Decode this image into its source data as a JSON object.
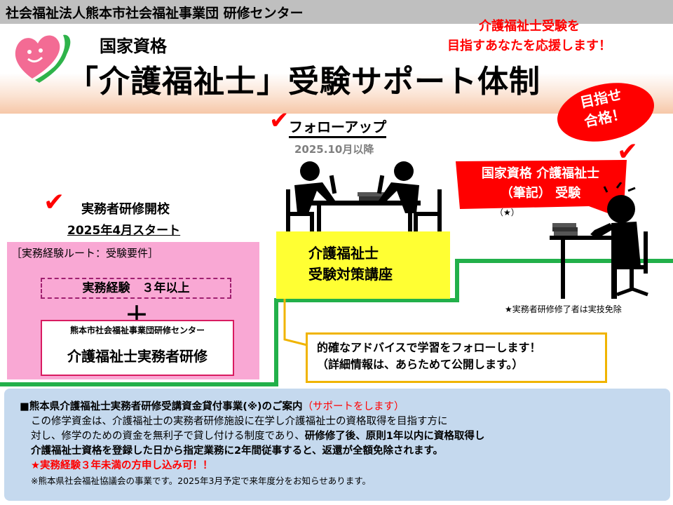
{
  "header": {
    "org_title": "社会福祉法人熊本市社会福祉事業団 研修センター"
  },
  "title": {
    "small": "国家資格",
    "main": "「介護福祉士」受験サポート体制"
  },
  "support_message": {
    "line1": "介護福祉士受験を",
    "line2": "目指すあなたを応援します！"
  },
  "aim_badge": {
    "line1": "目指せ",
    "line2": "合格！"
  },
  "icons": {
    "check": "✔"
  },
  "colors": {
    "step_line": "#22b04a",
    "accent_red": "#ff0000",
    "pink": "#f9a8d4",
    "yellow": "#ffff33",
    "loan_bg": "#c5d9ee"
  },
  "left_section": {
    "heading": "実務者研修開校",
    "date": "2025年4月スタート",
    "route_label": "［実務経験ルート：受験要件］",
    "experience": "実務経験　３年以上",
    "plus": "＋",
    "training_org": "熊本市社会福祉事業団研修センター",
    "training_name": "介護福祉士実務者研修"
  },
  "followup": {
    "title": "フォローアップ",
    "date": "2025.10月以降",
    "course_line1": "介護福祉士",
    "course_line2": "受験対策講座"
  },
  "callout": {
    "line1": "的確なアドバイスで学習をフォローします！",
    "line2": "（詳細情報は、あらためて公開します。）"
  },
  "exam": {
    "line1": "国家資格 介護福祉士",
    "line2": "（筆記） 受験",
    "star": "（★）",
    "exempt_note": "★実務者研修修了者は実技免除"
  },
  "loan": {
    "heading": "■熊本県介護福祉士実務者研修受講資金貸付事業(※)のご案内",
    "heading_note": "（サポートをします）",
    "line1": "この修学資金は、介護福祉士の実務者研修施設に在学し介護福祉士の資格取得を目指す方に",
    "line2a": "対し、修学のための資金を無利子で貸し付ける制度であり、",
    "line2b": "研修修了後、原則1年以内に資格取得し",
    "line3": "介護福祉士資格を登録した日から指定業務に2年間従事すると、返還が全額免除されます。",
    "line4": "★実務経験３年未満の方申し込み可！！",
    "line5": "※熊本県社会福祉協議会の事業です。2025年3月予定で来年度分をお知らせあります。"
  }
}
